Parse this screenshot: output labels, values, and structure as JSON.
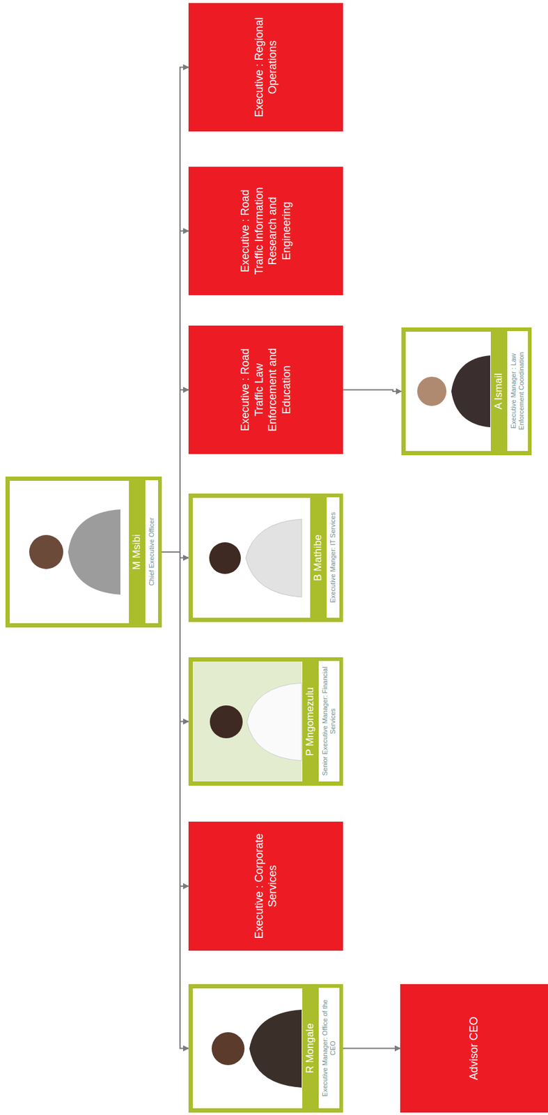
{
  "diagram": {
    "nodes": [
      {
        "text": [
          "M Msibi",
          "Chief Executive Officer"
        ]
      },
      {
        "text": [
          "R Mongale",
          "Executive Manager: Office of the CEO"
        ]
      },
      {
        "text": [
          "Executive : Corporate Services"
        ]
      },
      {
        "text": [
          "P Mngomezulu",
          "Senior Executive Manager: Financial Services"
        ]
      },
      {
        "text": [
          "B Mathibe",
          "Executive Manger: IT Services"
        ]
      },
      {
        "text": [
          "Executive : Road Traffic Law Enforcement and Education"
        ]
      },
      {
        "text": [
          "Executive : Road Traffic Information Research and Engineering"
        ]
      },
      {
        "text": [
          "Executive : Regional Operations"
        ]
      },
      {
        "text": [
          "Advisor CEO"
        ]
      },
      {
        "text": [
          "A Ismail",
          "Executive Manager : Law Enforcement Coordination"
        ]
      }
    ],
    "edges": [
      {
        "from": 0,
        "to": 1,
        "arrow": "to"
      },
      {
        "from": 0,
        "to": 2,
        "arrow": "to"
      },
      {
        "from": 0,
        "to": 3,
        "arrow": "to"
      },
      {
        "from": 0,
        "to": 4,
        "arrow": "to"
      },
      {
        "from": 0,
        "to": 5,
        "arrow": "to"
      },
      {
        "from": 0,
        "to": 6,
        "arrow": "to"
      },
      {
        "from": 0,
        "to": 7,
        "arrow": "to"
      },
      {
        "from": 1,
        "to": 8,
        "arrow": "to"
      },
      {
        "from": 5,
        "to": 9,
        "arrow": "to"
      }
    ]
  }
}
